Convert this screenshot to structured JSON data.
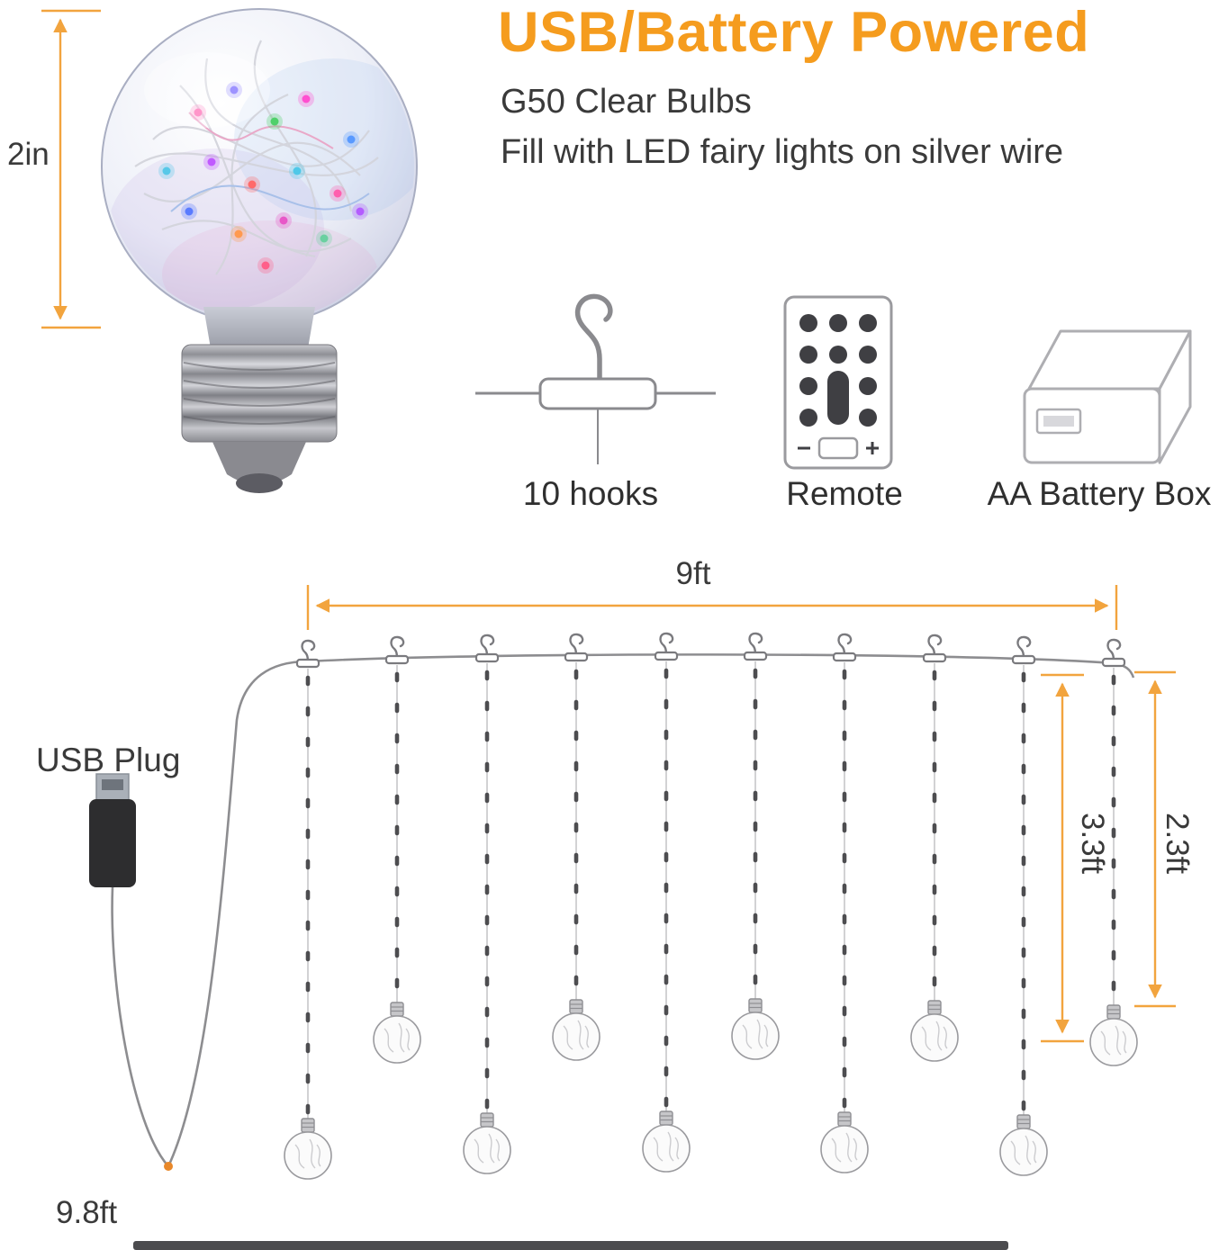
{
  "colors": {
    "accent_orange": "#f59c1e",
    "dimension_orange": "#f2a43e",
    "text_dark": "#3a3a3a",
    "line_gray": "#8d8d90"
  },
  "header": {
    "title": "USB/Battery Powered",
    "subtitle_line1": "G50 Clear Bulbs",
    "subtitle_line2": "Fill with LED fairy lights on silver wire"
  },
  "bulb_callout": {
    "height_label": "2in",
    "icon": "g50-bulb-photo"
  },
  "accessories": [
    {
      "label": "10 hooks",
      "icon": "hanging-hook-icon"
    },
    {
      "label": "Remote",
      "icon": "remote-control-icon"
    },
    {
      "label": "AA Battery Box",
      "icon": "battery-box-icon"
    }
  ],
  "curtain_diagram": {
    "width_label": "9ft",
    "plug_label": "USB Plug",
    "lead_length_label": "9.8ft",
    "long_drop_label": "3.3ft",
    "short_drop_label": "2.3ft",
    "hook_count": 10,
    "icon": "curtain-string-lights-diagram"
  }
}
